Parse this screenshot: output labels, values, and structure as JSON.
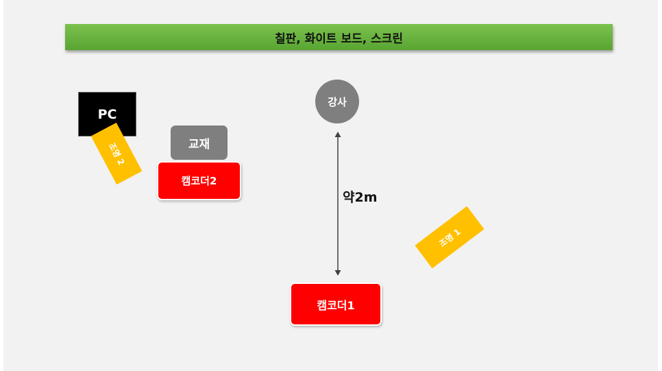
{
  "board": {
    "label": "칠판, 화이트 보드, 스크린"
  },
  "pc": {
    "label": "PC"
  },
  "material": {
    "label": "교재"
  },
  "camcorder2": {
    "label": "캠코더2"
  },
  "camcorder1": {
    "label": "캠코더1"
  },
  "light2": {
    "label": "조명 2"
  },
  "light1": {
    "label": "조명 1"
  },
  "instructor": {
    "label": "강사"
  },
  "distance": {
    "label": "약2m"
  },
  "colors": {
    "board": "#6ab43f",
    "pc": "#000000",
    "gray": "#7f7f7f",
    "camcorder": "#ff0000",
    "light": "#ffc000",
    "background": "#f2f2f2"
  }
}
